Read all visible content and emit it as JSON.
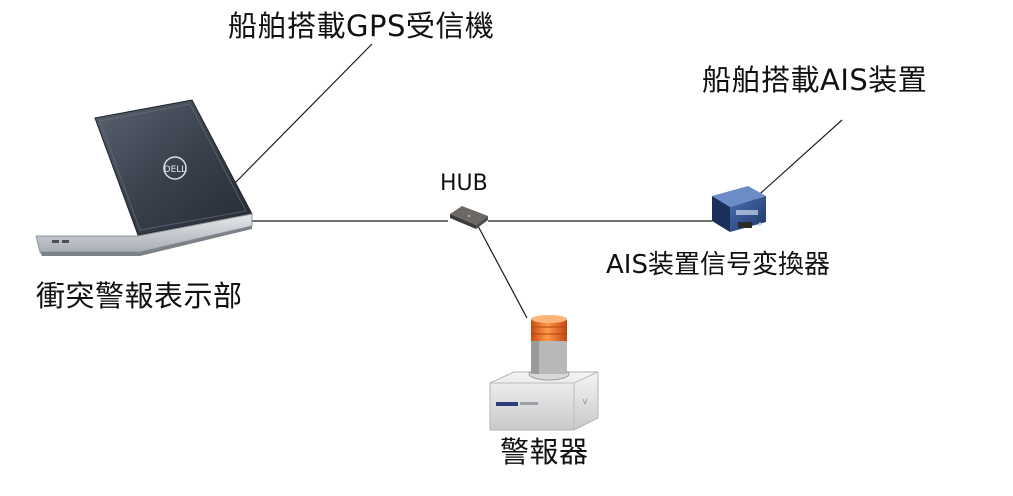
{
  "diagram": {
    "labels": {
      "gps_receiver": "船舶搭載GPS受信機",
      "ais_device": "船舶搭載AIS装置",
      "hub": "HUB",
      "ais_converter": "AIS装置信号変換器",
      "collision_display": "衝突警報表示部",
      "alarm": "警報器"
    },
    "colors": {
      "line": "#1a1a1a",
      "laptop_body": "#3b4350",
      "laptop_base": "#cfd3d8",
      "converter_blue": "#2d4e8c",
      "alarm_lamp": "#f07a2c",
      "alarm_base": "#dedede"
    }
  }
}
